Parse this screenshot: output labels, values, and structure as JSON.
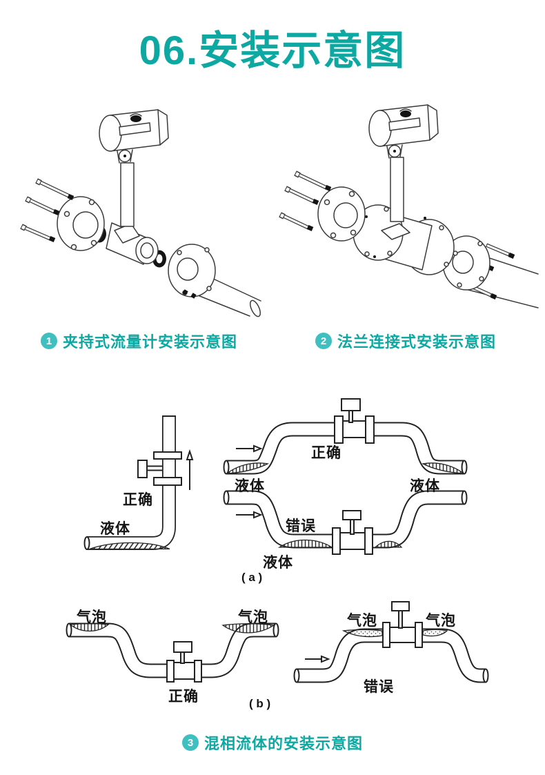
{
  "page": {
    "title": "06.安装示意图",
    "accent_color": "#0da8a2",
    "badge_color": "#3fbfbf",
    "line_color": "#3a3a3a"
  },
  "captions": {
    "clamp": {
      "num": "1",
      "text": "夹持式流量计安装示意图"
    },
    "flange": {
      "num": "2",
      "text": "法兰连接式安装示意图"
    },
    "mixed": {
      "num": "3",
      "text": "混相流体的安装示意图"
    }
  },
  "diagram_labels": {
    "a_vert_correct": "正确",
    "a_vert_liquid": "液体",
    "a_loop_correct": "正确",
    "a_loop_liquid_left": "液体",
    "a_loop_liquid_right": "液体",
    "a_loop_wrong": "错误",
    "a_loop_liquid_bottom": "液体",
    "a_tag": "( a )",
    "b_dip_bubble_left": "气泡",
    "b_dip_bubble_right": "气泡",
    "b_dip_correct": "正确",
    "b_tag": "( b )",
    "b_hump_bubble_left": "气泡",
    "b_hump_bubble_right": "气泡",
    "b_hump_wrong": "错误"
  }
}
